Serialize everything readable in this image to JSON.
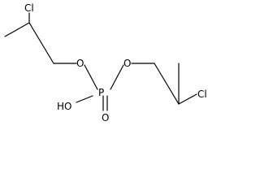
{
  "structure": {
    "atoms": {
      "cl_left": "Cl",
      "o_left": "O",
      "p": "P",
      "o_right": "O",
      "ho": "HO",
      "o_double": "O",
      "cl_right": "Cl"
    }
  },
  "colors": {
    "bond": "#000000",
    "label": "#000000",
    "background": "#ffffff"
  }
}
